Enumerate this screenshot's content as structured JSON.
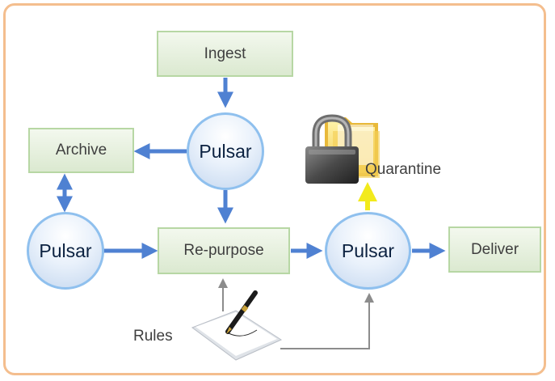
{
  "diagram": {
    "ingest_label": "Ingest",
    "archive_label": "Archive",
    "repurpose_label": "Re-purpose",
    "deliver_label": "Deliver",
    "pulsar_label": "Pulsar",
    "quarantine_label": "Quarantine",
    "rules_label": "Rules",
    "icons": [
      "padlock-icon",
      "folder-icon",
      "notepad-icon",
      "pen-icon"
    ]
  },
  "colors": {
    "frame_border": "#f4be8e",
    "box_border": "#b7d7a4",
    "node_border": "#8fc0ee",
    "flow_arrow": "#4f81d2",
    "quarantine_arrow": "#f2ea1c",
    "rules_arrow": "#8c8c8c"
  }
}
